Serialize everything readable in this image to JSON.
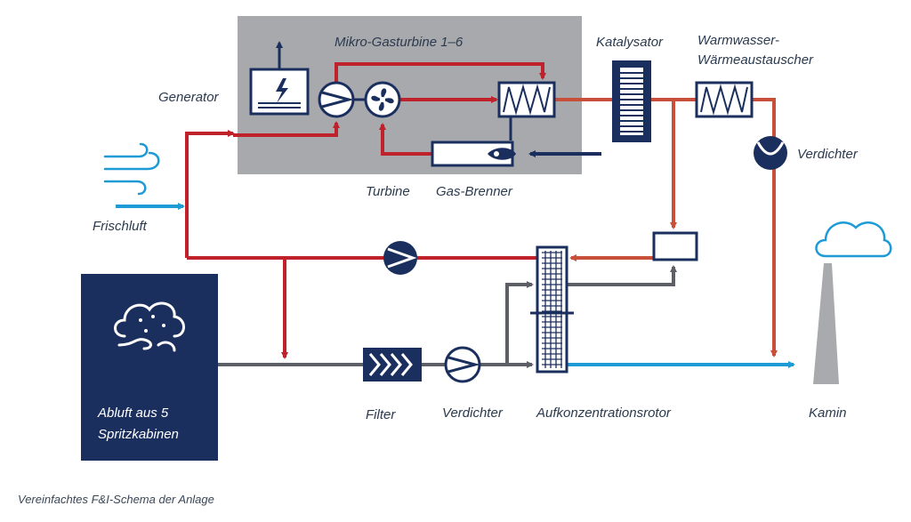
{
  "labels": {
    "microturbine": "Mikro-Gasturbine 1–6",
    "catalyst": "Katalysator",
    "heat_exchanger_line1": "Warmwasser-",
    "heat_exchanger_line2": "Wärmeaustauscher",
    "generator": "Generator",
    "compressor_right": "Verdichter",
    "turbine": "Turbine",
    "gas_burner": "Gas-Brenner",
    "fresh_air": "Frischluft",
    "exhaust_line1": "Abluft aus 5",
    "exhaust_line2": "Spritzkabinen",
    "filter": "Filter",
    "compressor_bottom": "Verdichter",
    "rotor": "Aufkonzentrationsrotor",
    "chimney": "Kamin"
  },
  "caption": "Vereinfachtes F&I-Schema der Anlage",
  "colors": {
    "hot_line": "#c0222c",
    "warm_line": "#c8503a",
    "navy": "#1b2f5e",
    "gray_line": "#5c6066",
    "clean_air": "#1e9ad6",
    "panel_gray": "#a7a9ac",
    "chimney_gray": "#a8aaad"
  }
}
